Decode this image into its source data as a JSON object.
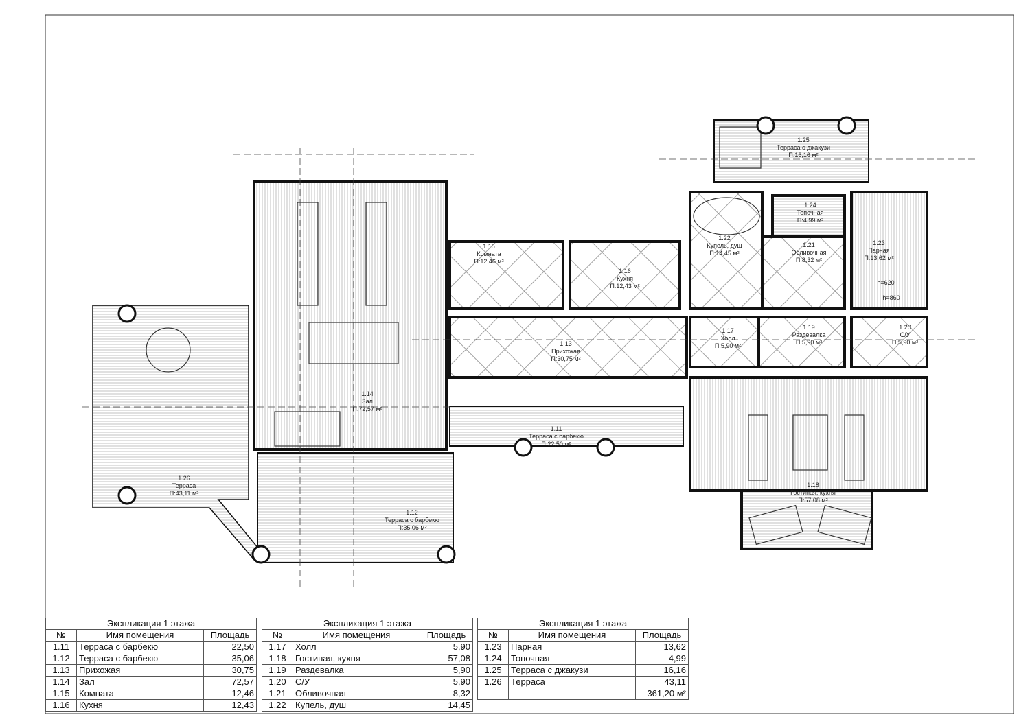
{
  "rooms": [
    {
      "no": "1.11",
      "name": "Терраса с барбекю",
      "area": "П:22,50 м²"
    },
    {
      "no": "1.12",
      "name": "Терраса с барбекю",
      "area": "П:35,06 м²"
    },
    {
      "no": "1.13",
      "name": "Прихожая",
      "area": "П:30,75 м²"
    },
    {
      "no": "1.14",
      "name": "Зал",
      "area": "П:72,57 м²"
    },
    {
      "no": "1.15",
      "name": "Комната",
      "area": "П:12,46 м²"
    },
    {
      "no": "1.16",
      "name": "Кухня",
      "area": "П:12,43 м²"
    },
    {
      "no": "1.17",
      "name": "Холл",
      "area": "П:5,90 м²"
    },
    {
      "no": "1.18",
      "name": "Гостиная, кухня",
      "area": "П:57,08 м²"
    },
    {
      "no": "1.19",
      "name": "Раздевалка",
      "area": "П:5,90 м²"
    },
    {
      "no": "1.20",
      "name": "С/У",
      "area": "П:5,90 м²"
    },
    {
      "no": "1.21",
      "name": "Обливочная",
      "area": "П:8,32 м²"
    },
    {
      "no": "1.22",
      "name": "Купель, душ",
      "area": "П:14,45 м²"
    },
    {
      "no": "1.23",
      "name": "Парная",
      "area": "П:13,62 м²"
    },
    {
      "no": "1.24",
      "name": "Топочная",
      "area": "П:4,99 м²"
    },
    {
      "no": "1.25",
      "name": "Терраса с джакузи",
      "area": "П:16,16 м²"
    },
    {
      "no": "1.26",
      "name": "Терраса",
      "area": "П:43,11 м²"
    }
  ],
  "plan_notes": {
    "h1": "h=620",
    "h2": "h=860"
  },
  "tables": [
    {
      "title": "Экспликация 1 этажа",
      "headers": [
        "№",
        "Имя помещения",
        "Площадь"
      ],
      "rows": [
        [
          "1.11",
          "Терраса с барбекю",
          "22,50"
        ],
        [
          "1.12",
          "Терраса с барбекю",
          "35,06"
        ],
        [
          "1.13",
          "Прихожая",
          "30,75"
        ],
        [
          "1.14",
          "Зал",
          "72,57"
        ],
        [
          "1.15",
          "Комната",
          "12,46"
        ],
        [
          "1.16",
          "Кухня",
          "12,43"
        ]
      ]
    },
    {
      "title": "Экспликация 1 этажа",
      "headers": [
        "№",
        "Имя помещения",
        "Площадь"
      ],
      "rows": [
        [
          "1.17",
          "Холл",
          "5,90"
        ],
        [
          "1.18",
          "Гостиная, кухня",
          "57,08"
        ],
        [
          "1.19",
          "Раздевалка",
          "5,90"
        ],
        [
          "1.20",
          "С/У",
          "5,90"
        ],
        [
          "1.21",
          "Обливочная",
          "8,32"
        ],
        [
          "1.22",
          "Купель, душ",
          "14,45"
        ]
      ]
    },
    {
      "title": "Экспликация 1 этажа",
      "headers": [
        "№",
        "Имя помещения",
        "Площадь"
      ],
      "rows": [
        [
          "1.23",
          "Парная",
          "13,62"
        ],
        [
          "1.24",
          "Топочная",
          "4,99"
        ],
        [
          "1.25",
          "Терраса с джакузи",
          "16,16"
        ],
        [
          "1.26",
          "Терраса",
          "43,11"
        ]
      ],
      "total": "361,20 м²"
    }
  ]
}
